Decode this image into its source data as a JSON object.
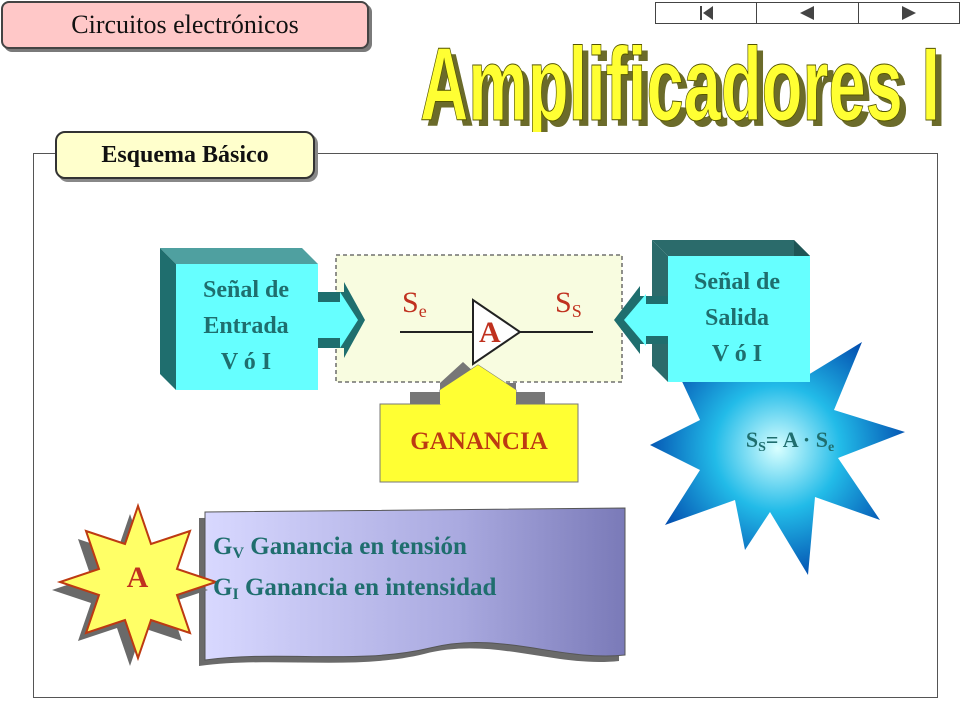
{
  "header": {
    "course": "Circuitos electrónicos",
    "title": "Amplificadores I"
  },
  "nav": {
    "first": "first-slide",
    "prev": "previous-slide",
    "next": "next-slide"
  },
  "section": {
    "label": "Esquema Básico"
  },
  "diagram": {
    "input_box": {
      "line1": "Señal de",
      "line2": "Entrada",
      "line3": "V ó I"
    },
    "output_box": {
      "line1": "Señal de",
      "line2": "Salida",
      "line3": "V ó I"
    },
    "signal_in": {
      "base": "S",
      "sub": "e"
    },
    "signal_out": {
      "base": "S",
      "sub": "S"
    },
    "amplifier_label": "A",
    "gain_label": "GANANCIA",
    "formula": {
      "lhs": "S",
      "lhs_sub": "S",
      "op": "= A · S",
      "rhs_sub": "e"
    }
  },
  "legend": {
    "star_label": "A",
    "items": [
      {
        "symbol": "G",
        "sub": "V",
        "text": " Ganancia en tensión"
      },
      {
        "symbol": "G",
        "sub": "I",
        "text": " Ganancia en intensidad"
      }
    ]
  },
  "colors": {
    "teal": "#1f6e6e",
    "cyan": "#66ffff",
    "red": "#c0311f",
    "yellow": "#ffff33"
  }
}
